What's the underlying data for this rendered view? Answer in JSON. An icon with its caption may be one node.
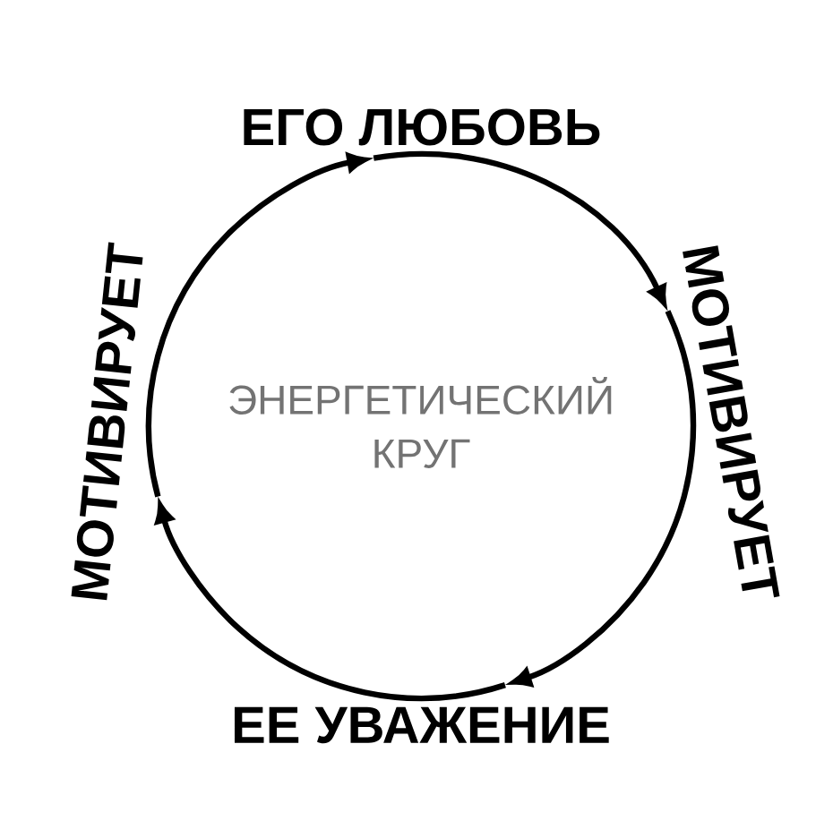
{
  "diagram": {
    "nodes": [
      {
        "text": [
          "ЕГО ЛЮБОВЬ"
        ]
      },
      {
        "text": [
          "МОТИВИРУЕТ"
        ]
      },
      {
        "text": [
          "ЕЕ УВАЖЕНИЕ"
        ]
      },
      {
        "text": [
          "МОТИВИРУЕТ"
        ]
      }
    ],
    "edges": [
      {
        "from": 0,
        "to": 1,
        "arrow": "to"
      },
      {
        "from": 1,
        "to": 2,
        "arrow": "to"
      },
      {
        "from": 2,
        "to": 3,
        "arrow": "to"
      },
      {
        "from": 3,
        "to": 0,
        "arrow": "to"
      }
    ],
    "labels": [
      "ЭНЕРГЕТИЧЕСКИЙ КРУГ"
    ]
  }
}
